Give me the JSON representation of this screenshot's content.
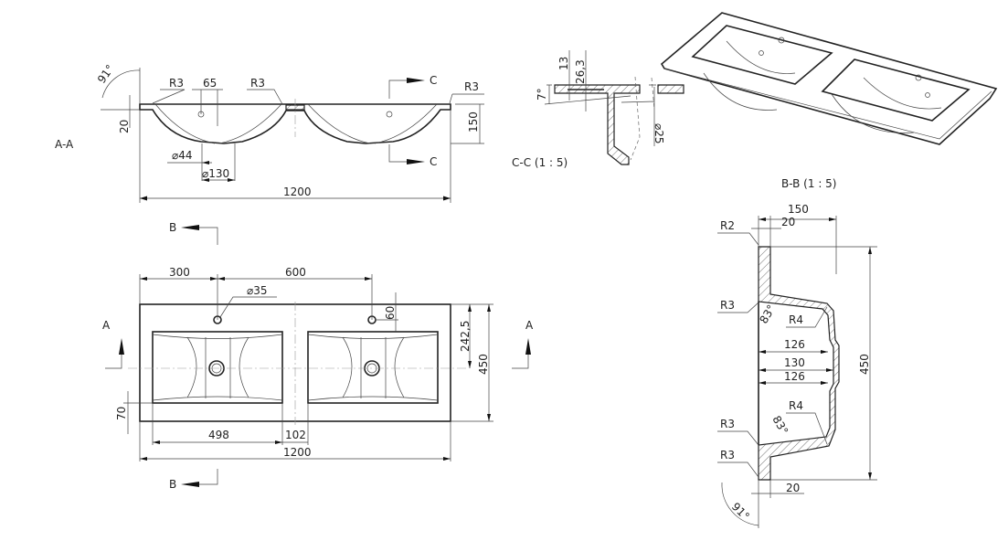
{
  "section_aa": {
    "label": "A-A",
    "angle": "91°",
    "r3_left": "R3",
    "d65": "65",
    "r3_mid": "R3",
    "r3_right": "R3",
    "d20": "20",
    "d150": "150",
    "dia44": "⌀44",
    "dia130": "⌀130",
    "d1200": "1200",
    "cut_c_top": "C",
    "cut_c_bottom": "C"
  },
  "section_cc": {
    "label": "C-C  (1 : 5)",
    "d13": "13",
    "d26": "26,3",
    "angle": "7°",
    "dia25": "⌀25"
  },
  "plan_view": {
    "cut_b_top": "B",
    "cut_b_bottom": "B",
    "cut_a_left": "A",
    "cut_a_right": "A",
    "d300": "300",
    "d600": "600",
    "dia35": "⌀35",
    "d60": "60",
    "d242": "242,5",
    "d450": "450",
    "d70": "70",
    "d498": "498",
    "d102": "102",
    "d1200": "1200"
  },
  "section_bb": {
    "label": "B-B  (1 : 5)",
    "d150": "150",
    "d20_top": "20",
    "r2": "R2",
    "r3_a": "R3",
    "a83_top": "83°",
    "r4_top": "R4",
    "d126_a": "126",
    "d130": "130",
    "d126_b": "126",
    "r4_bottom": "R4",
    "a83_bottom": "83°",
    "r3_b": "R3",
    "r3_c": "R3",
    "d20_bottom": "20",
    "angle": "91°",
    "d450": "450"
  }
}
